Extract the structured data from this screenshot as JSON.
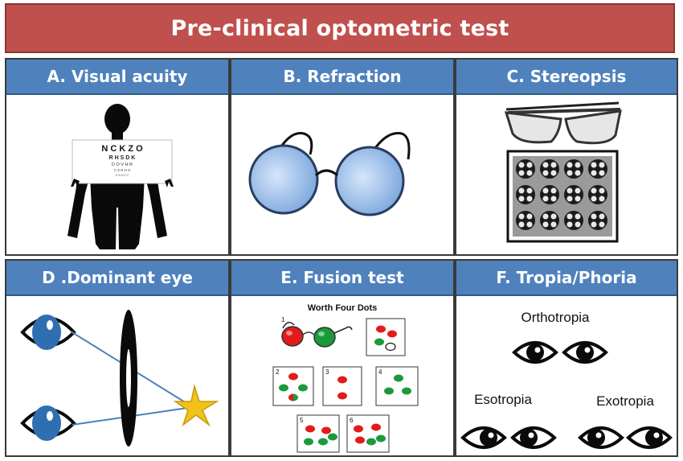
{
  "title": "Pre-clinical optometric test",
  "panels": [
    {
      "label": "A. Visual acuity",
      "chart_rows": [
        "N C K Z O",
        "R H S D K",
        "D O V H R",
        "C Z R H S",
        "O N H R C"
      ]
    },
    {
      "label": "B. Refraction"
    },
    {
      "label": "C. Stereopsis"
    },
    {
      "label": "D .Dominant eye"
    },
    {
      "label": "E. Fusion test",
      "subtitle": "Worth Four Dots",
      "card_numbers": [
        "1",
        "2",
        "3",
        "4",
        "5",
        "6"
      ]
    },
    {
      "label": "F. Tropia/Phoria",
      "conditions": [
        "Orthotropia",
        "Esotropia",
        "Exotropia"
      ]
    }
  ],
  "colors": {
    "title_bg": "#c0504d",
    "header_bg": "#4f81bd",
    "dot_red": "#e11c1c",
    "dot_green": "#1a9a3a",
    "eye_blue": "#2f6eb0",
    "star": "#f2c21b",
    "lens": "#9cc1ee"
  }
}
